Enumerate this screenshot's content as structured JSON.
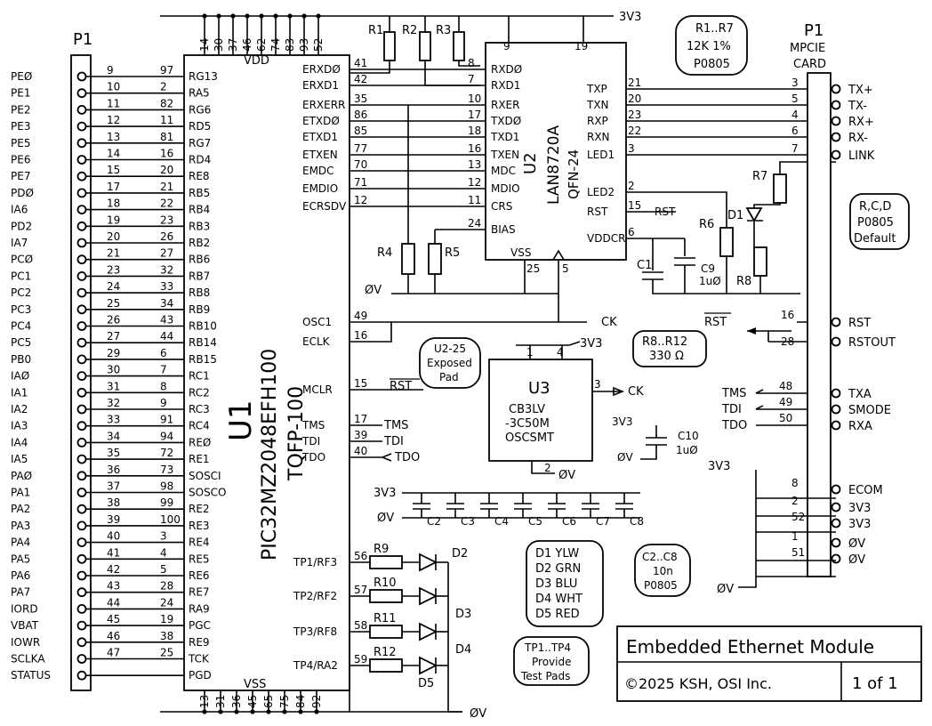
{
  "title_block": {
    "title": "Embedded Ethernet Module",
    "copyright": "©2025 KSH, OSI Inc.",
    "sheet": "1 of 1"
  },
  "notes": {
    "r_note": [
      "R1..R7",
      "12K 1%",
      "P0805"
    ],
    "rcd_note": [
      "R,C,D",
      "P0805",
      "Default"
    ],
    "r8_note": [
      "R8..R12",
      "330 Ω"
    ],
    "c_note": [
      "C2..C8",
      "10n",
      "P0805"
    ],
    "u2_note": [
      "U2-25",
      "Exposed",
      "Pad"
    ],
    "tp_note": [
      "TP1..TP4",
      "Provide",
      "Test Pads"
    ],
    "led_note": [
      "D1 YLW",
      "D2 GRN",
      "D3 BLU",
      "D4 WHT",
      "D5 RED"
    ]
  },
  "p1_left": {
    "name": "P1",
    "signals": [
      "PEØ",
      "PE1",
      "PE2",
      "PE3",
      "PE5",
      "PE6",
      "PE7",
      "PDØ",
      "IA6",
      "PD2",
      "IA7",
      "PCØ",
      "PC1",
      "PC2",
      "PC3",
      "PC4",
      "PC5",
      "PB0",
      "IAØ",
      "IA1",
      "IA2",
      "IA3",
      "IA4",
      "IA5",
      "PAØ",
      "PA1",
      "PA2",
      "PA3",
      "PA4",
      "PA5",
      "PA6",
      "PA7",
      "IORD",
      "VBAT",
      "IOWR",
      "SCLKA",
      "STATUS"
    ],
    "pins": [
      "9",
      "10",
      "11",
      "12",
      "13",
      "14",
      "15",
      "17",
      "18",
      "19",
      "20",
      "21",
      "23",
      "24",
      "25",
      "26",
      "27",
      "29",
      "30",
      "31",
      "32",
      "33",
      "34",
      "35",
      "36",
      "37",
      "38",
      "39",
      "40",
      "41",
      "42",
      "43",
      "44",
      "45",
      "46",
      "47"
    ]
  },
  "u1": {
    "ref": "U1",
    "part": "PIC32MZ2048EFH100",
    "package": "TQFP-100",
    "vdd": "VDD",
    "vss": "VSS",
    "left_pins": [
      "97",
      "2",
      "82",
      "11",
      "81",
      "16",
      "20",
      "21",
      "22",
      "23",
      "26",
      "27",
      "32",
      "33",
      "34",
      "43",
      "44",
      "6",
      "7",
      "8",
      "9",
      "91",
      "94",
      "72",
      "73",
      "98",
      "99",
      "100",
      "3",
      "4",
      "5",
      "28",
      "24",
      "19",
      "38",
      "25"
    ],
    "left_names": [
      "RG13",
      "RA5",
      "RG6",
      "RD5",
      "RG7",
      "RD4",
      "RE8",
      "RB5",
      "RB4",
      "RB3",
      "RB2",
      "RB6",
      "RB7",
      "RB8",
      "RB9",
      "RB10",
      "RB14",
      "RB15",
      "RC1",
      "RC2",
      "RC3",
      "RC4",
      "REØ",
      "RE1",
      "SOSCI",
      "SOSCO",
      "RE2",
      "RE3",
      "RE4",
      "RE5",
      "RE6",
      "RE7",
      "RA9",
      "PGC",
      "RE9",
      "TCK",
      "PGD"
    ],
    "right_names": [
      "ERXDØ",
      "ERXD1",
      "ERXERR",
      "ETXDØ",
      "ETXD1",
      "ETXEN",
      "EMDC",
      "EMDIO",
      "ECRSDV",
      "OSC1",
      "ECLK",
      "MCLR",
      "TMS",
      "TDI",
      "TDO"
    ],
    "right_pins": [
      "41",
      "42",
      "35",
      "86",
      "85",
      "77",
      "70",
      "71",
      "12",
      "49",
      "16",
      "15",
      "17",
      "39",
      "40"
    ],
    "top_pins": [
      "14",
      "30",
      "37",
      "46",
      "62",
      "74",
      "83",
      "93",
      "52"
    ],
    "bottom_pins": [
      "13",
      "31",
      "36",
      "45",
      "65",
      "75",
      "84",
      "92"
    ]
  },
  "u2": {
    "ref": "U2",
    "part": "LAN8720A",
    "package": "QFN-24",
    "left_names": [
      "RXDØ",
      "RXD1",
      "RXER",
      "TXDØ",
      "TXD1",
      "TXEN",
      "MDC",
      "MDIO",
      "CRS",
      "BIAS"
    ],
    "left_pins": [
      "8",
      "7",
      "10",
      "17",
      "18",
      "16",
      "13",
      "12",
      "11",
      "24"
    ],
    "right_names": [
      "TXP",
      "TXN",
      "RXP",
      "RXN",
      "LED1",
      "LED2",
      "RST",
      "VDDCR"
    ],
    "right_pins": [
      "21",
      "20",
      "23",
      "22",
      "3",
      "2",
      "15",
      "6"
    ],
    "top_pins": [
      "9",
      "19"
    ],
    "bottom": [
      "VSS",
      "25",
      "5"
    ]
  },
  "u3": {
    "ref": "U3",
    "lines": [
      "CB3LV",
      "-3C50M",
      "OSCSMT"
    ],
    "pins": [
      "1",
      "4",
      "3",
      "2"
    ],
    "out": "CK"
  },
  "p1_right": {
    "name": "P1",
    "subtitle": [
      "MPCIE",
      "CARD"
    ],
    "signals": [
      "TX+",
      "TX-",
      "RX+",
      "RX-",
      "LINK",
      "RST",
      "RSTOUT",
      "TXA",
      "SMODE",
      "RXA",
      "ECOM",
      "3V3",
      "3V3",
      "ØV",
      "ØV"
    ],
    "pins": [
      "3",
      "5",
      "4",
      "6",
      "7",
      "16",
      "28",
      "48",
      "49",
      "50",
      "8",
      "2",
      "52",
      "1",
      "51"
    ]
  },
  "nets": {
    "v33": "3V3",
    "gnd": "ØV",
    "ck": "CK",
    "rst": "RST",
    "rst_bar": "RST",
    "tms": "TMS",
    "tdi": "TDI",
    "tdo": "TDO"
  },
  "parts": {
    "resistors": [
      "R1",
      "R2",
      "R3",
      "R4",
      "R5",
      "R6",
      "R7",
      "R8"
    ],
    "caps": [
      "C1",
      "C9",
      "C10",
      "C2",
      "C3",
      "C4",
      "C5",
      "C6",
      "C7",
      "C8"
    ],
    "c9_val": "1uØ",
    "c10_val": "1uØ",
    "leds": [
      "D1",
      "D2",
      "D3",
      "D4",
      "D5"
    ],
    "tp_rows": [
      {
        "tp": "TP1/RF3",
        "pin": "56",
        "r": "R9",
        "d": "D2"
      },
      {
        "tp": "TP2/RF2",
        "pin": "57",
        "r": "R10",
        "d": "D3"
      },
      {
        "tp": "TP3/RF8",
        "pin": "58",
        "r": "R11",
        "d": "D4"
      },
      {
        "tp": "TP4/RA2",
        "pin": "59",
        "r": "R12",
        "d": "D5"
      }
    ]
  }
}
